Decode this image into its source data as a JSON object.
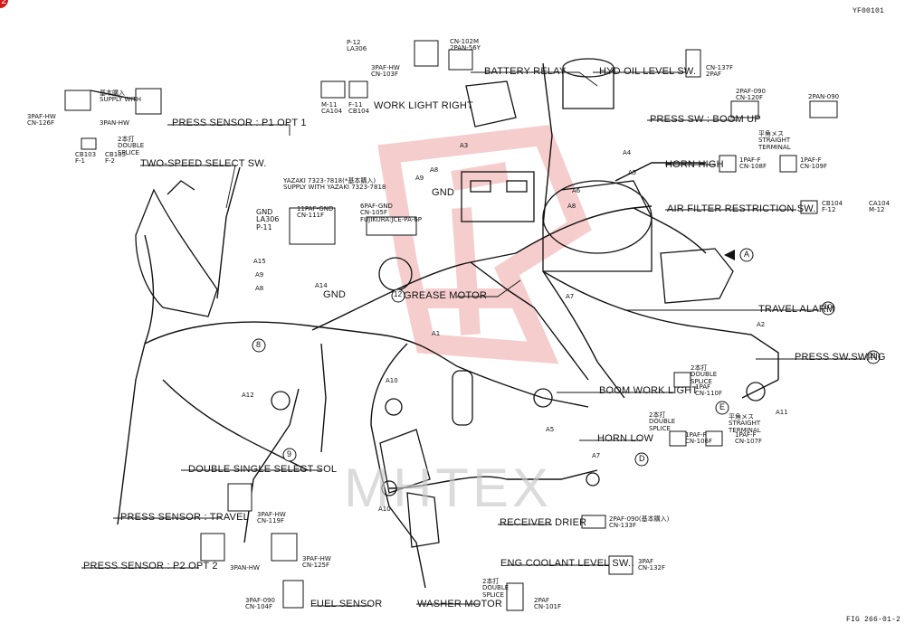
{
  "header": {
    "code": "YF00101",
    "fig": "FIG 266-01-2",
    "badge": "2"
  },
  "watermark": "MHTEX",
  "labels": {
    "press_p1": "PRESS SENSOR : P1 OPT 1",
    "two_speed": "TWO-SPEED SELECT SW.",
    "work_light": "WORK LIGHT RIGHT",
    "battery_relay": "BATTERY RELAY",
    "hyd_oil": "HYD OIL LEVEL SW.",
    "press_boom_up": "PRESS SW : BOOM UP",
    "horn_high": "HORN HIGH",
    "air_filter": "AIR FILTER RESTRICTION SW.",
    "grease_motor": "GREASE MOTOR",
    "travel_alarm": "TRAVEL ALARM",
    "press_swing": "PRESS SW.SWING",
    "boom_work_light": "BOOM WORK LIGHT",
    "horn_low": "HORN LOW",
    "double_single": "DOUBLE SINGLE SELECT SOL",
    "press_travel": "PRESS SENSOR : TRAVEL",
    "receiver_drier": "RECEIVER DRIER",
    "press_p2": "PRESS SENSOR : P2 OPT 2",
    "eng_coolant": "ENG COOLANT LEVEL SW.",
    "fuel_sensor": "FUEL SENSOR",
    "washer_motor": "WASHER MOTOR",
    "gnd": "GND",
    "gnd2": "GND"
  },
  "callouts": {
    "A": "A",
    "D": "D",
    "E": "E",
    "n8": "8",
    "n9": "9",
    "n10": "10",
    "n11": "11",
    "n12": "12"
  },
  "part_codes": {
    "a1": "A1",
    "a2": "A2",
    "a3": "A3",
    "a4": "A4",
    "a5": "A5",
    "a5b": "A5",
    "a6": "A6",
    "a7": "A7",
    "a7b": "A7",
    "a8": "A8",
    "a8b": "A8",
    "a8c": "A8",
    "a9": "A9",
    "a9b": "A9",
    "a10": "A10",
    "a10b": "A10",
    "a11": "A11",
    "a12": "A12",
    "a14": "A14",
    "a15": "A15"
  },
  "connectors": {
    "p1_left": "3PAF-HW\nCN-126F",
    "p1_right": "3PAN-HW",
    "supply": "基本購入\nSUPPLY WITH",
    "cb103": "CB103\nF-1",
    "cb103b": "CB103\nF-2",
    "double_splice": "2本打\nDOUBLE\nSPLICE",
    "p12": "P-12\nLA306",
    "cn103f": "3PAF-HW\nCN-103F",
    "cn102m": "CN-102M\n2PAN-56Y",
    "m11": "M-11\nCA104",
    "f11": "F-11\nCB104",
    "cn137f": "CN-137F\n2PAF",
    "cn120f": "2PAF-090\nCN-120F",
    "pan090": "2PAN-090",
    "cn108f": "1PAF-F\nCN-108F",
    "cn109f": "1PAF-F\nCN-109F",
    "cb104_f12": "CB104\nF-12",
    "ca104_m12": "CA104\nM-12",
    "yazaki": "YAZAKI 7323-7818(*基本購入)\nSUPPLY WITH YAZAKI 7323-7818",
    "gnd_la": "GND\nLA306\nP-11",
    "cn111f": "11PAF-GND\nCN-111F",
    "cn105f": "6PAF-GND\nCN-105F\nFUJIKURA:JCE-PA-6P",
    "cn110f": "1PAF\nCN-110F",
    "cn106f": "1PAF-F\nCN-106F",
    "cn107f": "1PAF-F\nCN-107F",
    "straight": "平角メス\nSTRAIGHT\nTERMINAL",
    "cn119f": "3PAF-HW\nCN-119F",
    "cn125f": "3PAF-HW\nCN-125F",
    "pan_hw": "3PAN-HW",
    "cn133f": "2PAF-090(基本購入)\nCN-133F",
    "cn132f": "3PAF\nCN-132F",
    "cn104f": "3PAF-090\nCN-104F",
    "cn101f": "2PAF\nCN-101F"
  },
  "colors": {
    "watermark_red": "#e05050",
    "line": "#111111",
    "badge": "#d01b1b"
  }
}
